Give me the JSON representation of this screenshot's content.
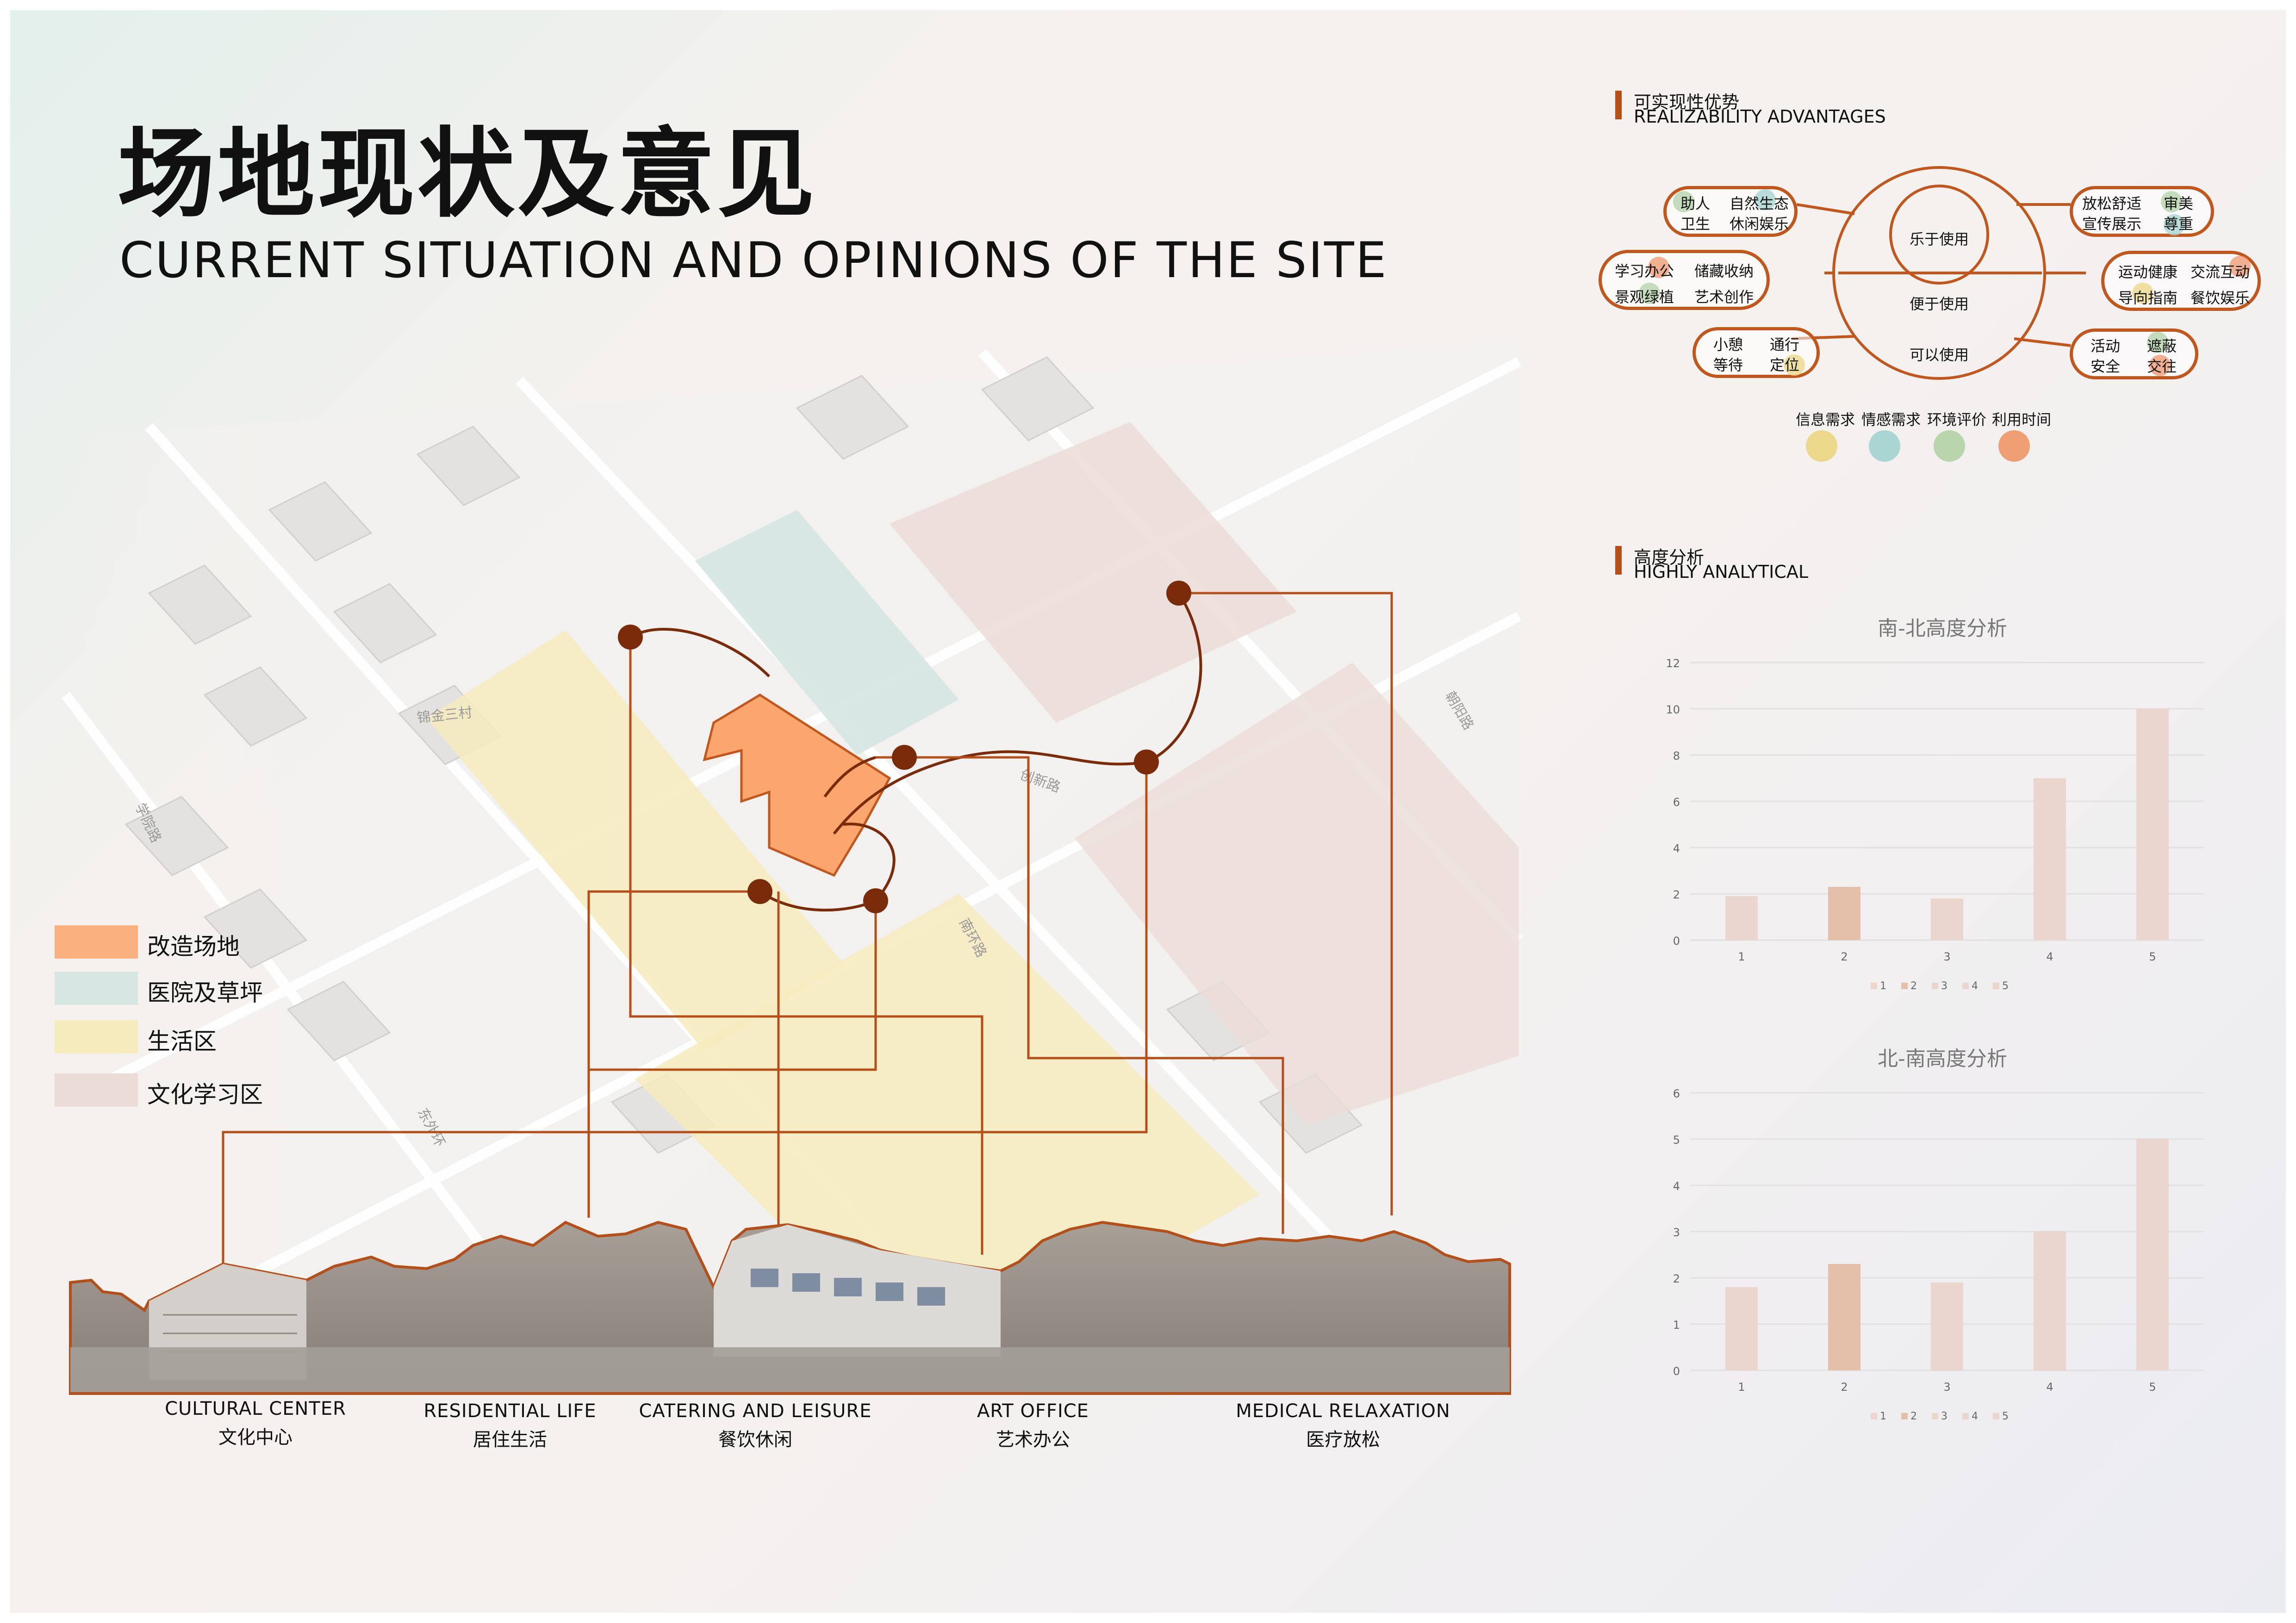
{
  "title": {
    "cn": "场地现状及意见",
    "en": "CURRENT SITUATION AND OPINIONS OF THE SITE"
  },
  "colors": {
    "accent": "#b44f1a",
    "renovation_site": "#fbb17f",
    "hospital_lawn": "#d6e6e2",
    "living_area": "#f6ebbd",
    "culture_area": "#ebdcd8",
    "node_dot": "#7a2b09",
    "info_need": "#ecd88a",
    "emotion_need": "#a9d6d2",
    "environment_eval": "#b8d5ad",
    "usage_time": "#ef9e74"
  },
  "map": {
    "street_labels": [
      "锦金三村",
      "创新路",
      "朝阳路",
      "学院路",
      "南环路",
      "东外环"
    ]
  },
  "legend": [
    {
      "label": "改造场地",
      "color_key": "renovation_site",
      "icon": "orange-swatch"
    },
    {
      "label": "医院及草坪",
      "color_key": "hospital_lawn",
      "icon": "teal-swatch"
    },
    {
      "label": "生活区",
      "color_key": "living_area",
      "icon": "yellow-swatch"
    },
    {
      "label": "文化学习区",
      "color_key": "culture_area",
      "icon": "pink-swatch"
    }
  ],
  "panorama_captions": [
    {
      "en": "CULTURAL CENTER",
      "cn": "文化中心"
    },
    {
      "en": "RESIDENTIAL LIFE",
      "cn": "居住生活"
    },
    {
      "en": "CATERING AND LEISURE",
      "cn": "餐饮休闲"
    },
    {
      "en": "ART OFFICE",
      "cn": "艺术办公"
    },
    {
      "en": "MEDICAL RELAXATION",
      "cn": "医疗放松"
    }
  ],
  "realizability": {
    "heading_cn": "可实现性优势",
    "heading_en": "REALIZABILITY ADVANTAGES",
    "rings": [
      "乐于使用",
      "便于使用",
      "可以使用"
    ],
    "left_pills": [
      {
        "words": [
          "助人",
          "自然生态",
          "卫生",
          "休闲娱乐"
        ]
      },
      {
        "words": [
          "学习办公",
          "储藏收纳",
          "景观绿植",
          "艺术创作"
        ]
      },
      {
        "words": [
          "小憩",
          "通行",
          "等待",
          "定位"
        ]
      }
    ],
    "right_pills": [
      {
        "words": [
          "放松舒适",
          "审美",
          "宣传展示",
          "尊重"
        ]
      },
      {
        "words": [
          "运动健康",
          "交流互动",
          "导向指南",
          "餐饮娱乐"
        ]
      },
      {
        "words": [
          "活动",
          "遮蔽",
          "安全",
          "交往"
        ]
      }
    ],
    "needs_legend": [
      {
        "label": "信息需求",
        "color_key": "info_need"
      },
      {
        "label": "情感需求",
        "color_key": "emotion_need"
      },
      {
        "label": "环境评价",
        "color_key": "environment_eval"
      },
      {
        "label": "利用时间",
        "color_key": "usage_time"
      }
    ]
  },
  "height_analysis": {
    "heading_cn": "高度分析",
    "heading_en": "HIGHLY ANALYTICAL"
  },
  "chart_data": [
    {
      "type": "bar",
      "title": "南-北高度分析",
      "categories": [
        "1",
        "2",
        "3",
        "4",
        "5"
      ],
      "values": [
        1.9,
        2.3,
        1.8,
        7.0,
        10.0
      ],
      "ylim": [
        0,
        12
      ],
      "yticks": [
        "0",
        "2",
        "4",
        "6",
        "8",
        "10",
        "12"
      ],
      "legend": [
        "1",
        "2",
        "3",
        "4",
        "5"
      ],
      "grid": true,
      "legend_position": "bottom",
      "bar_colors": [
        "#ead6cf",
        "#e4bfaa",
        "#ead6cf",
        "#ead6cf",
        "#ead6cf"
      ]
    },
    {
      "type": "bar",
      "title": "北-南高度分析",
      "categories": [
        "1",
        "2",
        "3",
        "4",
        "5"
      ],
      "values": [
        1.8,
        2.3,
        1.9,
        3.0,
        5.0
      ],
      "ylim": [
        0,
        6
      ],
      "yticks": [
        "0",
        "1",
        "2",
        "3",
        "4",
        "5",
        "6"
      ],
      "legend": [
        "1",
        "2",
        "3",
        "4",
        "5"
      ],
      "grid": true,
      "legend_position": "bottom",
      "bar_colors": [
        "#ead6cf",
        "#e4bfaa",
        "#ead6cf",
        "#ead6cf",
        "#ead6cf"
      ]
    }
  ]
}
